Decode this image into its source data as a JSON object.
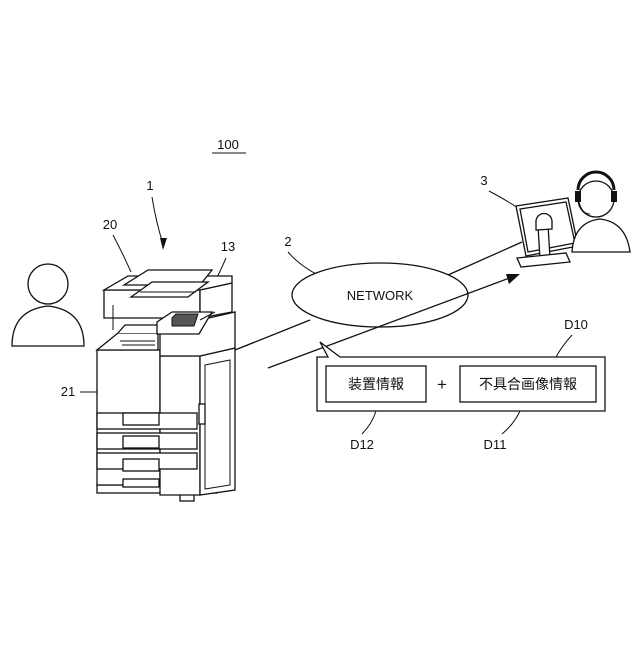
{
  "labels": {
    "system": "100",
    "mfp": "1",
    "network_ref": "2",
    "terminal": "3",
    "panel": "13",
    "reader": "20",
    "body": "21",
    "data_packet": "D10",
    "device_info_ref": "D12",
    "fault_image_ref": "D11"
  },
  "network": {
    "text": "NETWORK"
  },
  "packet": {
    "device_info": "装置情報",
    "plus": "+",
    "fault_image_info": "不具合画像情報"
  }
}
